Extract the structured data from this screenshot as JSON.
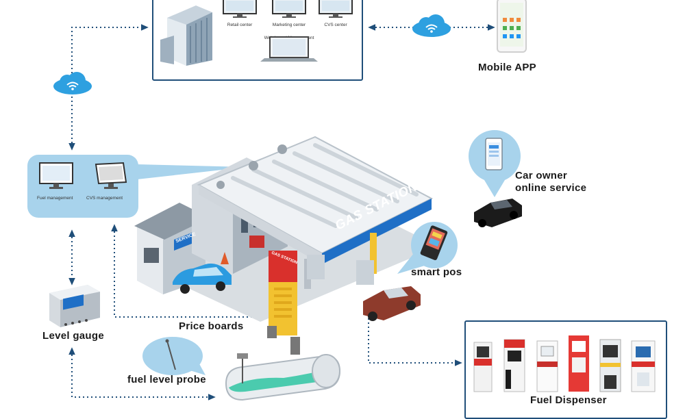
{
  "management": {
    "retail": "Retail center",
    "marketing": "Marketing center",
    "cvs": "CVS center",
    "web": "Web-based Management"
  },
  "station": {
    "fuel_mgmt": "Fuel management",
    "cvs_mgmt": "CVS management",
    "gas_sign": "GAS STATION",
    "pylon_sign": "GAS STATION",
    "service_sign": "SERVICE"
  },
  "labels": {
    "mobile_app": "Mobile APP",
    "car_owner_line1": "Car owner",
    "car_owner_line2": "online service",
    "smart_pos": "smart pos",
    "level_gauge": "Level gauge",
    "price_boards": "Price boards",
    "fuel_probe": "fuel level probe",
    "fuel_dispenser": "Fuel Dispenser"
  },
  "colors": {
    "border": "#1f4e79",
    "bubble": "#a8d3ec",
    "cloud": "#2ea0e0",
    "connector": "#1f4e79",
    "sign_blue": "#1f6fc6",
    "pylon_red": "#d9302c",
    "pylon_yellow": "#f2c230"
  },
  "icons": [
    "building-icon",
    "monitor-icon",
    "laptop-icon",
    "cloud-wifi-icon",
    "smartphone-icon",
    "car-icon",
    "pos-terminal-icon",
    "level-gauge-device-icon",
    "fuel-tank-icon",
    "fuel-dispenser-icon"
  ]
}
